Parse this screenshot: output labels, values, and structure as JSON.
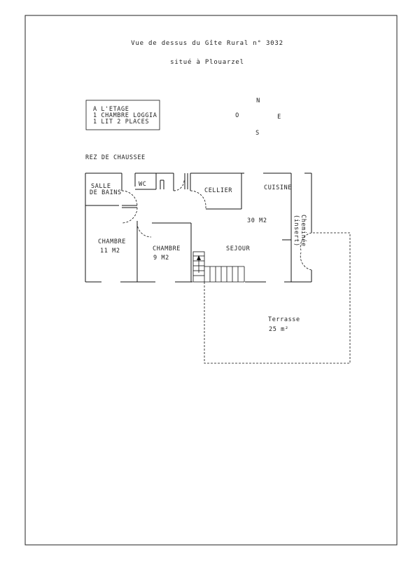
{
  "title": {
    "line1": "Vue de dessus du Gîte Rural n° 3032",
    "line2": "situé à Plouarzel"
  },
  "etage_box": {
    "line1": "A L'ETAGE",
    "line2": "1 CHAMBRE LOGGIA",
    "line3": "1 LIT 2 PLACES"
  },
  "compass": {
    "n": "N",
    "s": "S",
    "e": "E",
    "o": "O"
  },
  "level_label": "REZ DE CHAUSSEE",
  "rooms": {
    "salle_de_bains_1": "SALLE",
    "salle_de_bains_2": "DE BAINS",
    "wc": "WC",
    "cellier": "CELLIER",
    "cuisine": "CUISINE",
    "cuisine_area": "30 M2",
    "cheminee_1": "Cheminée",
    "cheminee_2": "(insert)",
    "chambre1": "CHAMBRE",
    "chambre1_area": "11 M2",
    "chambre2": "CHAMBRE",
    "chambre2_area": "9 M2",
    "sejour": "SEJOUR",
    "terrasse": "Terrasse",
    "terrasse_area": "25 m²"
  }
}
